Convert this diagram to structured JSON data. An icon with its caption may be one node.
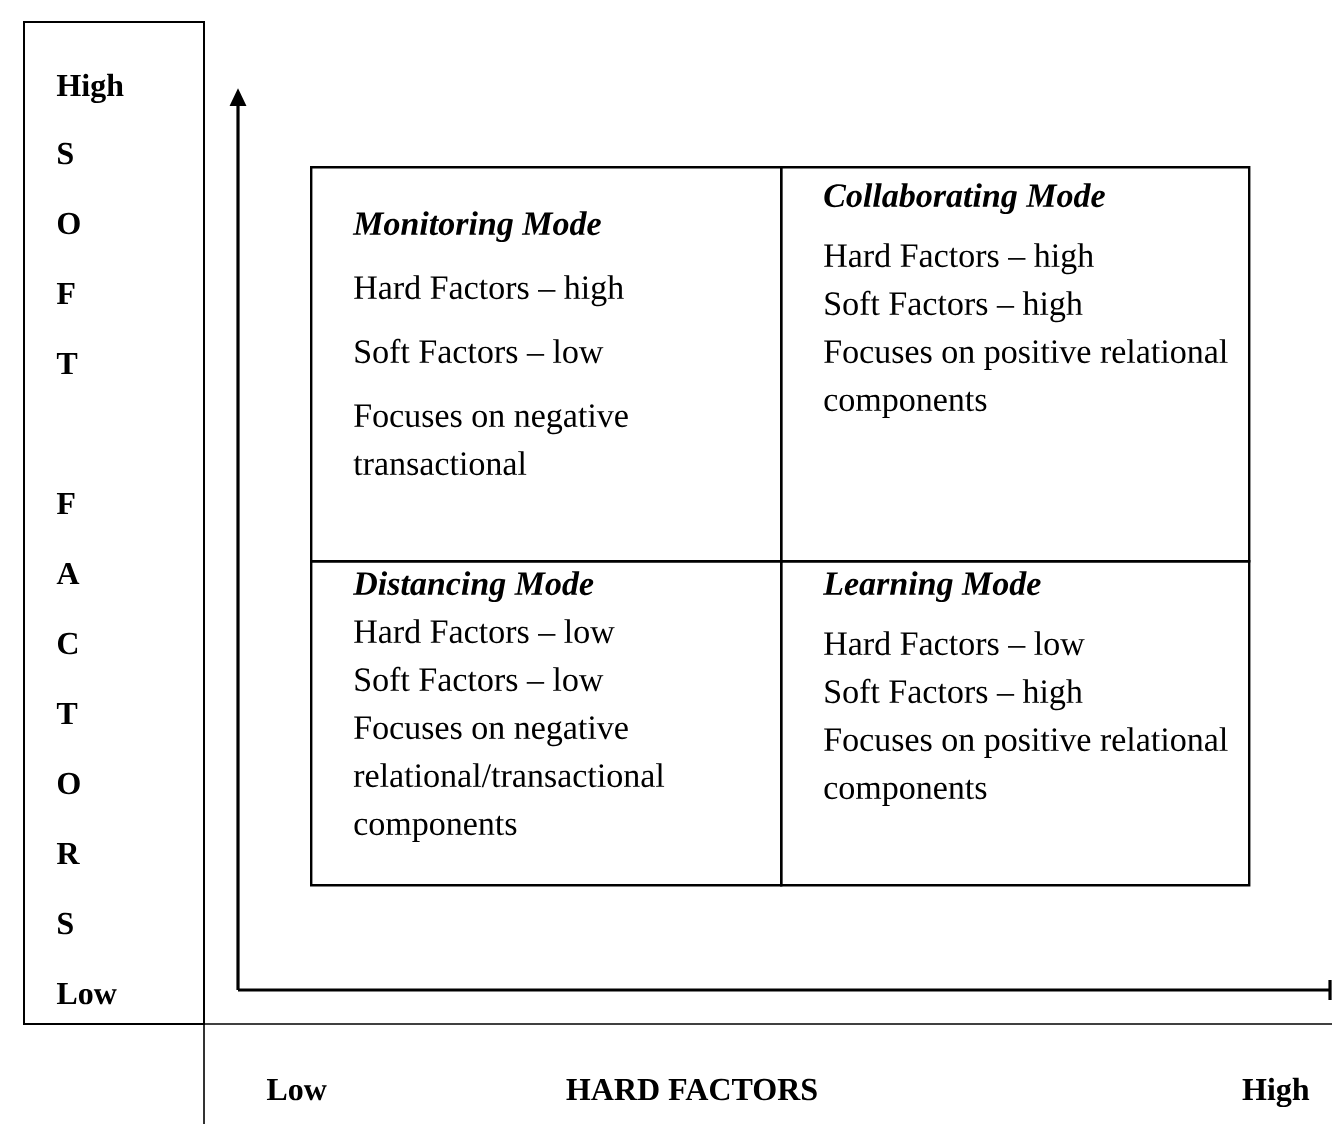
{
  "diagram": {
    "nodes": [
      {
        "text": [
          "Monitoring Mode",
          "Hard Factors – high",
          "Soft Factors – low",
          "Focuses on negative transactional"
        ]
      },
      {
        "text": [
          "Collaborating Mode",
          "Hard Factors – high",
          "Soft Factors – high",
          "Focuses on positive relational components"
        ]
      },
      {
        "text": [
          "Distancing Mode",
          "Hard Factors – low",
          "Soft Factors – low",
          "Focuses on negative relational/transactional components"
        ]
      },
      {
        "text": [
          "Learning Mode",
          "Hard Factors – low",
          "Soft Factors – high",
          "Focuses on positive relational components"
        ]
      }
    ],
    "labels": [
      "High",
      "S",
      "O",
      "F",
      "T",
      "F",
      "A",
      "C",
      "T",
      "O",
      "R",
      "S",
      "Low",
      "Low",
      "HARD FACTORS",
      "High"
    ]
  }
}
